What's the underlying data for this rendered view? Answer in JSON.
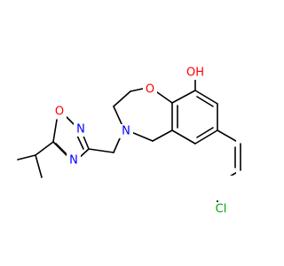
{
  "molecule": {
    "labels": {
      "hydroxyl": "OH",
      "ring_oxygen": "O",
      "ring_nitrogen": "N",
      "oxadiazole_oxygen": "O",
      "oxadiazole_n_upper": "N",
      "oxadiazole_n_lower": "N",
      "chlorine": "Cl"
    }
  },
  "colors": {
    "carbon_bond": "#000000",
    "oxygen": "#ff0000",
    "nitrogen": "#0000ff",
    "chlorine": "#00aa00",
    "background": "#ffffff"
  }
}
